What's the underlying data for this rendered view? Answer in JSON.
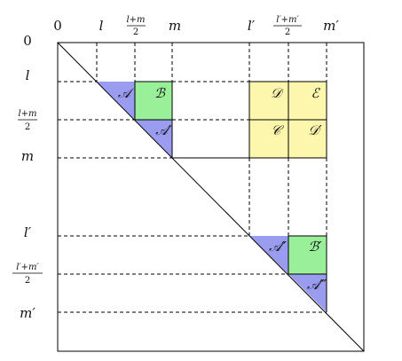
{
  "axis": {
    "origin": "0",
    "l": "l",
    "mid_lm": {
      "num": "l+m",
      "den": "2"
    },
    "m": "m",
    "lp": "l′",
    "mid_lpmp": {
      "num": "l′+m′",
      "den": "2"
    },
    "mp": "m′"
  },
  "regions": {
    "A": "𝒜",
    "B": "ℬ",
    "A1": "𝒜′",
    "D": "𝒟",
    "E": "ℰ",
    "C": "𝒞",
    "D1": "𝒟′",
    "A2": "𝒜″",
    "B1": "ℬ′",
    "A3": "𝒜‴"
  },
  "colors": {
    "blue": "#9a9cf0",
    "green": "#99f099",
    "yellow": "#fdf7ae"
  }
}
